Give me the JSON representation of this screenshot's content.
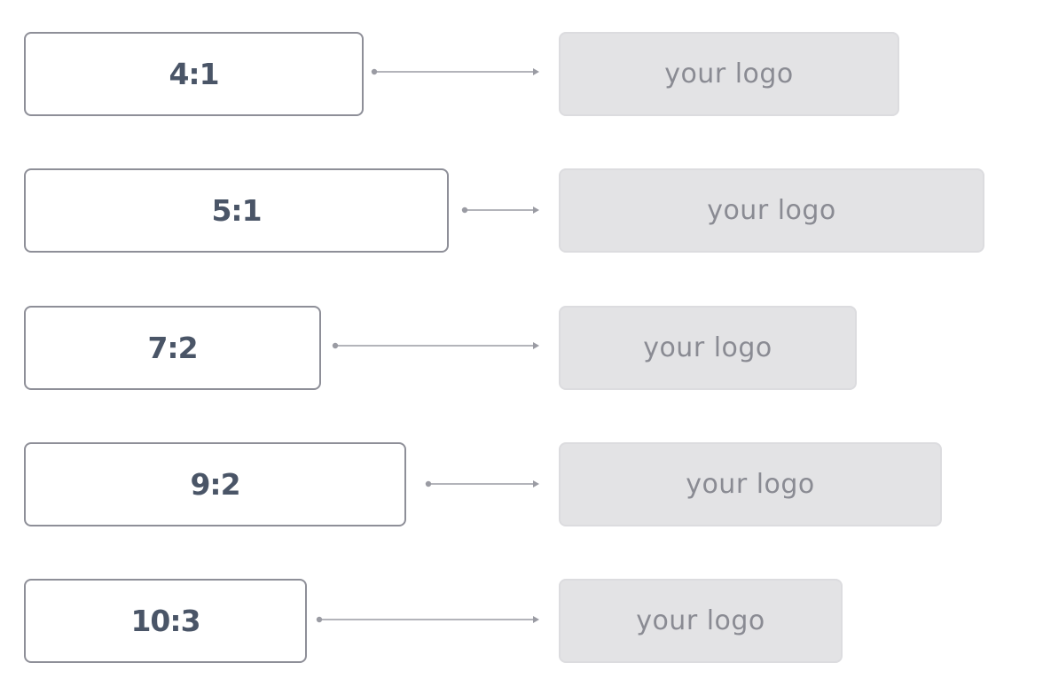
{
  "rows": [
    {
      "ratio": "4:1",
      "logo": "your logo"
    },
    {
      "ratio": "5:1",
      "logo": "your logo"
    },
    {
      "ratio": "7:2",
      "logo": "your logo"
    },
    {
      "ratio": "9:2",
      "logo": "your logo"
    },
    {
      "ratio": "10:3",
      "logo": "your logo"
    }
  ],
  "colors": {
    "ratio_text": "#4a5567",
    "ratio_border": "#8e8f98",
    "logo_fill": "#e3e3e5",
    "logo_text": "#8a8b93",
    "connector": "#9a9ba3"
  }
}
